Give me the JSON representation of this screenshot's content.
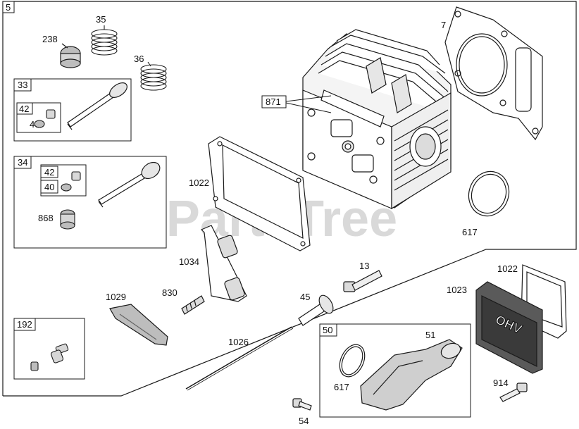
{
  "watermark": "PartsTree",
  "assembly_box_label": "5",
  "callouts": {
    "c238": "238",
    "c35": "35",
    "c36": "36",
    "c7": "7",
    "c871": "871",
    "c1022_gasket": "1022",
    "c617_ring": "617",
    "c868": "868",
    "c1034": "1034",
    "c830": "830",
    "c1029": "1029",
    "c13": "13",
    "c45": "45",
    "c1026": "1026",
    "c1022_cover": "1022",
    "c1023": "1023",
    "c51": "51",
    "c617_intake": "617",
    "c914": "914",
    "c54": "54"
  },
  "kits": {
    "k33": {
      "label": "33",
      "sub1": "42",
      "sub2": "40"
    },
    "k34": {
      "label": "34",
      "sub1": "42",
      "sub2": "40"
    },
    "k192": {
      "label": "192"
    },
    "k50": {
      "label": "50"
    }
  },
  "colors": {
    "line": "#1a1a1a",
    "part_fill": "#ffffff",
    "part_shade": "#bdbdbd",
    "watermark": "#d9d9d9"
  }
}
